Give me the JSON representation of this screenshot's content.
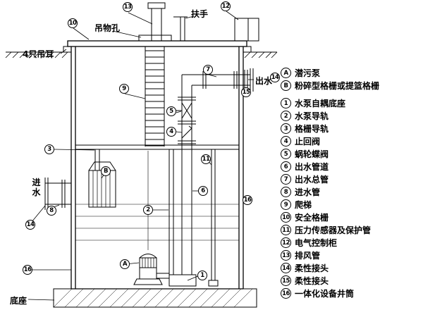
{
  "diagram": {
    "labels": {
      "hoist_hole": "吊物孔",
      "handrail": "扶手",
      "lifting_ears": "4只吊耳",
      "outlet_flow": "出水",
      "inlet_flow": "进水",
      "base": "底座"
    },
    "callouts": {
      "A": "A",
      "B": "B",
      "1": "1",
      "2": "2",
      "3": "3",
      "4": "4",
      "5": "5",
      "6": "6",
      "7": "7",
      "8": "8",
      "9": "9",
      "10": "10",
      "11": "11",
      "12": "12",
      "13": "13",
      "14": "14",
      "15": "15",
      "16": "16"
    }
  },
  "legend": {
    "items": [
      {
        "marker": "A",
        "label": "潜污泵"
      },
      {
        "marker": "B",
        "label": "粉碎型格栅或提篮格栅"
      },
      {
        "marker": "1",
        "label": "水泵自耦底座"
      },
      {
        "marker": "2",
        "label": "水泵导轨"
      },
      {
        "marker": "3",
        "label": "格栅导轨"
      },
      {
        "marker": "4",
        "label": "止回阀"
      },
      {
        "marker": "5",
        "label": "蜗轮蝶阀"
      },
      {
        "marker": "6",
        "label": "出水管道"
      },
      {
        "marker": "7",
        "label": "出水总管"
      },
      {
        "marker": "8",
        "label": "进水管"
      },
      {
        "marker": "9",
        "label": "爬梯"
      },
      {
        "marker": "10",
        "label": "安全格栅"
      },
      {
        "marker": "11",
        "label": "压力传感器及保护管"
      },
      {
        "marker": "12",
        "label": "电气控制柜"
      },
      {
        "marker": "13",
        "label": "排风管"
      },
      {
        "marker": "14",
        "label": "柔性接头"
      },
      {
        "marker": "15",
        "label": "柔性接头"
      },
      {
        "marker": "16",
        "label": "一体化设备井筒"
      }
    ]
  }
}
